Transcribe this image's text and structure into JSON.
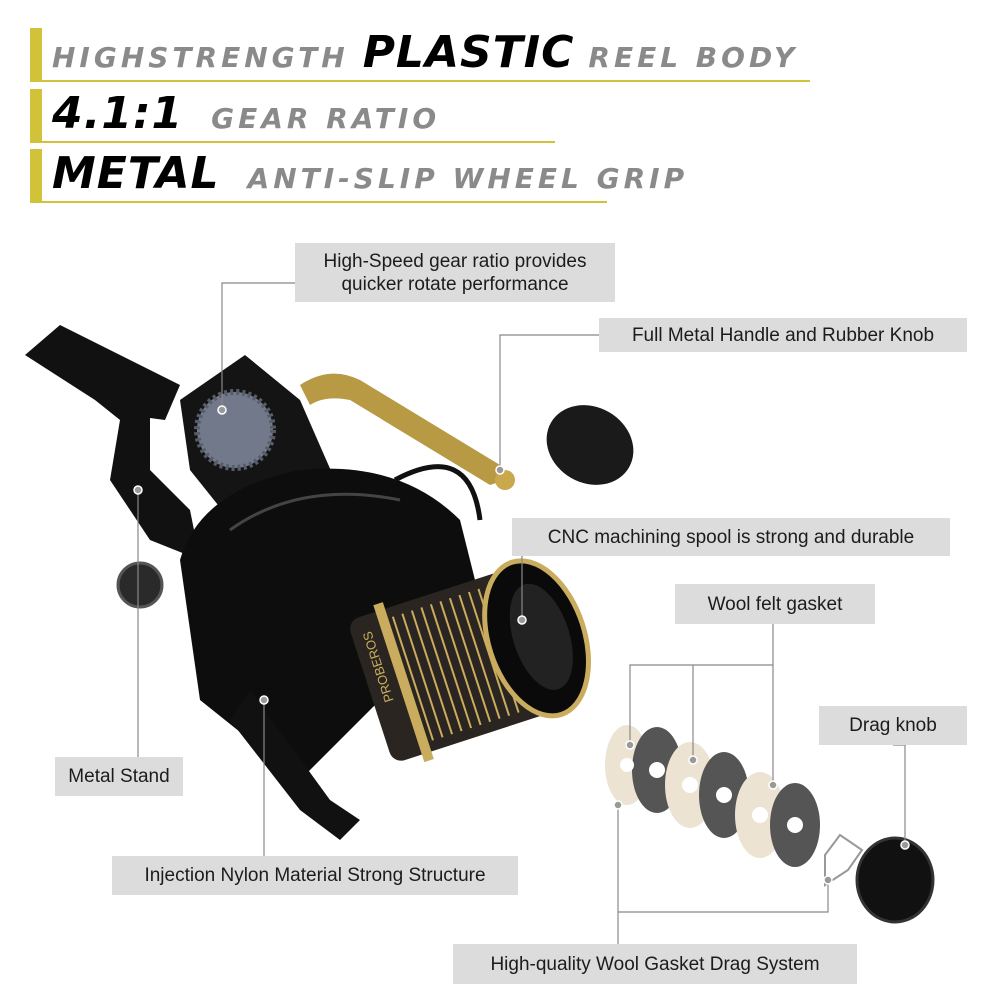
{
  "header": {
    "rows": [
      {
        "pre": "Highstrength",
        "emph": "PLASTIC",
        "post": "reel body"
      },
      {
        "emph": "4.1:1",
        "post": "gear ratio"
      },
      {
        "emph": "METAL",
        "post": "anti-slip wheel grip"
      }
    ],
    "accent_color": "#d2c23a"
  },
  "callouts": {
    "gear_line1": "High-Speed gear ratio provides",
    "gear_line2": "quicker rotate performance",
    "handle": "Full Metal Handle and Rubber Knob",
    "spool": "CNC machining spool is strong and durable",
    "felt": "Wool felt gasket",
    "drag_knob": "Drag knob",
    "stand": "Metal Stand",
    "nylon": "Injection Nylon Material Strong Structure",
    "drag_system": "High-quality Wool Gasket Drag System"
  },
  "product": {
    "spool_brand": "PROBEROS"
  }
}
